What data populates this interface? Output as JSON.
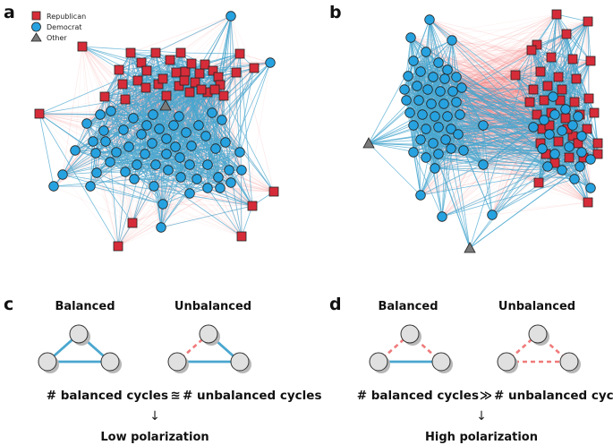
{
  "panels": {
    "a": "a",
    "b": "b",
    "c": "c",
    "d": "d"
  },
  "legend": {
    "republican": "Republican",
    "democrat": "Democrat",
    "other": "Other"
  },
  "colors": {
    "republican": "#d62c39",
    "democrat": "#27a2e0",
    "other": "#7a7a7a",
    "positive_edge": "#4aa7cf",
    "negative_edge": "#f07a7a",
    "node_gray": "#e0e0e0"
  },
  "panel_c": {
    "balanced_title": "Balanced",
    "unbalanced_title": "Unbalanced",
    "eq_left": "# balanced cycles",
    "eq_op": "≊",
    "eq_right": "# unbalanced cycles",
    "arrow": "↓",
    "result": "Low polarization",
    "balanced_edges": [
      "positive",
      "positive",
      "positive"
    ],
    "unbalanced_edges": [
      "negative",
      "positive",
      "positive"
    ]
  },
  "panel_d": {
    "balanced_title": "Balanced",
    "unbalanced_title": "Unbalanced",
    "eq_left": "# balanced cycles",
    "eq_op": "≫",
    "eq_right": "# unbalanced cycles",
    "arrow": "↓",
    "result": "High polarization",
    "balanced_edges": [
      "negative",
      "negative",
      "positive"
    ],
    "unbalanced_edges": [
      "negative",
      "negative",
      "negative"
    ]
  }
}
